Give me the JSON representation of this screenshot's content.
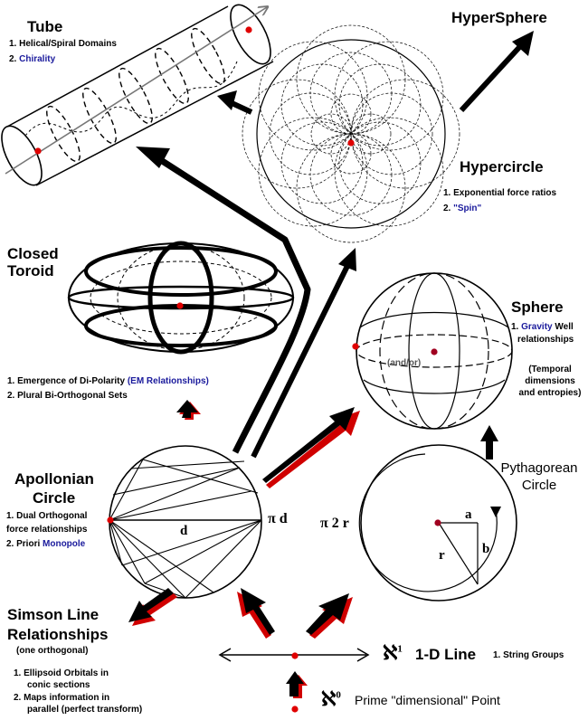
{
  "tube": {
    "title": "Tube",
    "item1": "1. Helical/Spiral Domains",
    "item2_num": "2. ",
    "item2_text": "Chirality"
  },
  "hypersphere": {
    "title": "HyperSphere"
  },
  "hypercircle": {
    "title": "Hypercircle",
    "item1": "1. Exponential force ratios",
    "item2_num": "2. ",
    "item2_text": "\"Spin\""
  },
  "toroid": {
    "title_line1": "Closed",
    "title_line2": "Toroid",
    "item1_text": "1. Emergence of Di-Polarity",
    "item1_blue": "(EM Relationships)",
    "item2": "2. Plural Bi-Orthogonal Sets"
  },
  "sphere": {
    "title": "Sphere",
    "item1_num": "1. ",
    "item1_blue": "Gravity",
    "item1_rest": " Well",
    "item1_line2": "relationships",
    "note_line1": "(Temporal",
    "note_line2": "dimensions",
    "note_line3": "and entropies)",
    "inner_label": "(and/or)"
  },
  "pythagorean": {
    "title_line1": "Pythagorean",
    "title_line2": "Circle",
    "label_a": "a",
    "label_b": "b",
    "label_r": "r",
    "label_pi2r": "π 2 r"
  },
  "apollonian": {
    "title_line1": "Apollonian",
    "title_line2": "Circle",
    "item1_line1": "1. Dual Orthogonal",
    "item1_line2": "force relationships",
    "item2_num": "2. Priori ",
    "item2_blue": "Monopole",
    "label_d": "d",
    "label_pid": "π d"
  },
  "simson": {
    "title_line1": "Simson Line",
    "title_line2": "Relationships",
    "subtitle": "(one orthogonal)",
    "item1_line1": "1. Ellipsoid Orbitals in",
    "item1_line2": "conic sections",
    "item2_line1": "2. Maps information in",
    "item2_line2": "parallel (perfect transform)"
  },
  "line": {
    "aleph": "ℵ",
    "sup": "1",
    "title": "1-D Line",
    "item": "1. String Groups"
  },
  "point": {
    "aleph": "ℵ",
    "sup": "0",
    "title": "Prime \"dimensional\" Point"
  },
  "colors": {
    "ink": "#000000",
    "dot": "#e00000",
    "dark_dot": "#a00020",
    "blue_text": "#1a1a9c",
    "arrow_shadow": "#d00000"
  }
}
